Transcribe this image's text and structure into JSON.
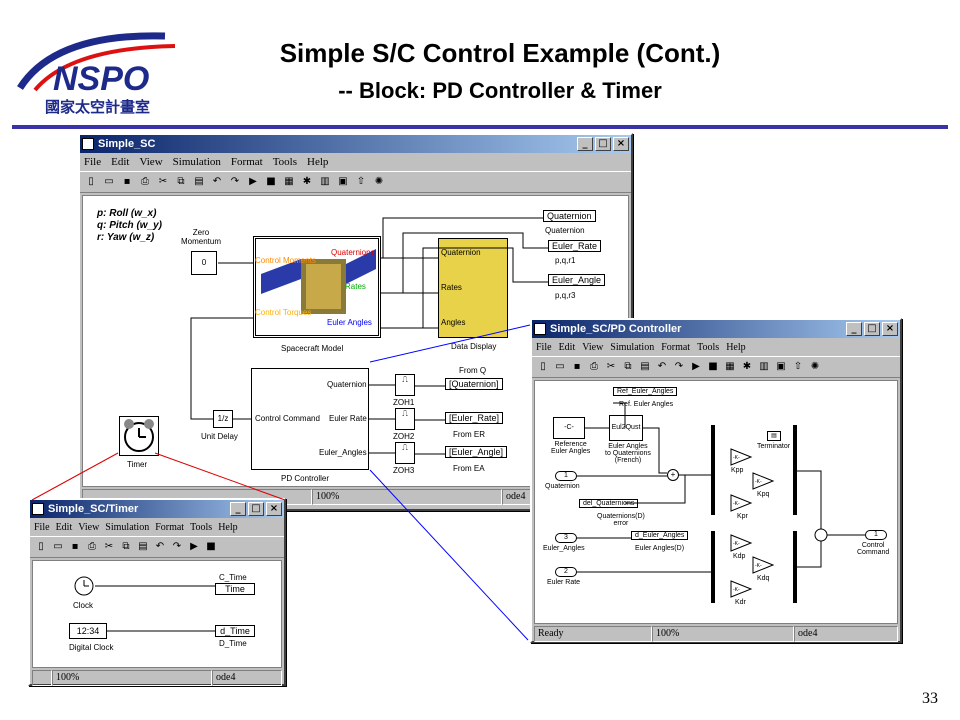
{
  "slide": {
    "title_line1": "Simple S/C Control Example (Cont.)",
    "title_line2": "-- Block: PD Controller & Timer",
    "page_number": "33",
    "logo_text": "NSPO",
    "logo_subtext": "國家太空計畫室",
    "accent_color": "#3a33a8"
  },
  "menus": [
    "File",
    "Edit",
    "View",
    "Simulation",
    "Format",
    "Tools",
    "Help"
  ],
  "main": {
    "title": "Simple_SC",
    "annotation": [
      "p: Roll (w_x)",
      "q: Pitch (w_y)",
      "r: Yaw (w_z)"
    ],
    "zero_momentum_label": "Zero\nMomentum",
    "zero_value": "0",
    "spacecraft_inputs": [
      "Control Moments",
      "Control Torques"
    ],
    "spacecraft_outputs": [
      "Quaternions",
      "Rates",
      "Euler Angles"
    ],
    "spacecraft_label": "Spacecraft Model",
    "display_ports": [
      "Quaternion",
      "Rates",
      "Angles"
    ],
    "display_label": "Data Display",
    "goto_tags": [
      {
        "tag": "Quaternion",
        "label": "Quaternion"
      },
      {
        "tag": "Euler_Rate",
        "label": "p,q,r1"
      },
      {
        "tag": "Euler_Angle",
        "label": "p,q,r3"
      }
    ],
    "pd_ports": [
      "Quaternion",
      "Euler Rate",
      "Euler_Angles"
    ],
    "pd_output": "Control Command",
    "pd_label": "PD Controller",
    "zoh": [
      "ZOH1",
      "ZOH2",
      "ZOH3"
    ],
    "from_tags": [
      {
        "tag": "[Quaternion]",
        "label": "From Q"
      },
      {
        "tag": "[Euler_Rate]",
        "label": "From ER"
      },
      {
        "tag": "[Euler_Angle]",
        "label": "From EA"
      }
    ],
    "unit_delay_value": "1/z",
    "unit_delay_label": "Unit Delay",
    "timer_label": "Timer",
    "status_zoom": "100%",
    "status_solver": "ode4"
  },
  "pd_window": {
    "title": "Simple_SC/PD Controller",
    "ref_tag": "Ref_Euler_Angles",
    "ref_tag_label": "Ref. Euler Angles",
    "const_value": "-C-",
    "const_label": "Reference\nEuler Angles",
    "eul2quat": "Eul2Qust",
    "eul2quat_label": "Euler Angles\nto Quaternions\n(French)",
    "terminator": "Terminator",
    "gains": [
      "Kpp",
      "Kpq",
      "Kpr",
      "Kdp",
      "Kdq",
      "Kdr"
    ],
    "gain_symbol": "-K-",
    "inports": [
      {
        "num": "1",
        "label": "Quaternion"
      },
      {
        "num": "3",
        "label": "Euler_Angles"
      },
      {
        "num": "2",
        "label": "Euler Rate"
      }
    ],
    "del_quat_tag": "del_Quaternions",
    "del_quat_label": "Quaternions(D)\nerror",
    "d_euler_tag": "d_Euler_Angles",
    "d_euler_label": "Euler Angles(D)",
    "outport_num": "1",
    "outport_label": "Control\nCommand",
    "status_ready": "Ready",
    "status_zoom": "100%",
    "status_solver": "ode4"
  },
  "timer_window": {
    "title": "Simple_SC/Timer",
    "clock_label": "Clock",
    "digital_clock_value": "12:34",
    "digital_clock_label": "Digital Clock",
    "c_tag_top": "C_Time",
    "c_tag": "Time",
    "d_tag": "d_Time",
    "d_tag_bottom": "D_Time",
    "status_zoom": "100%",
    "status_solver": "ode4"
  }
}
